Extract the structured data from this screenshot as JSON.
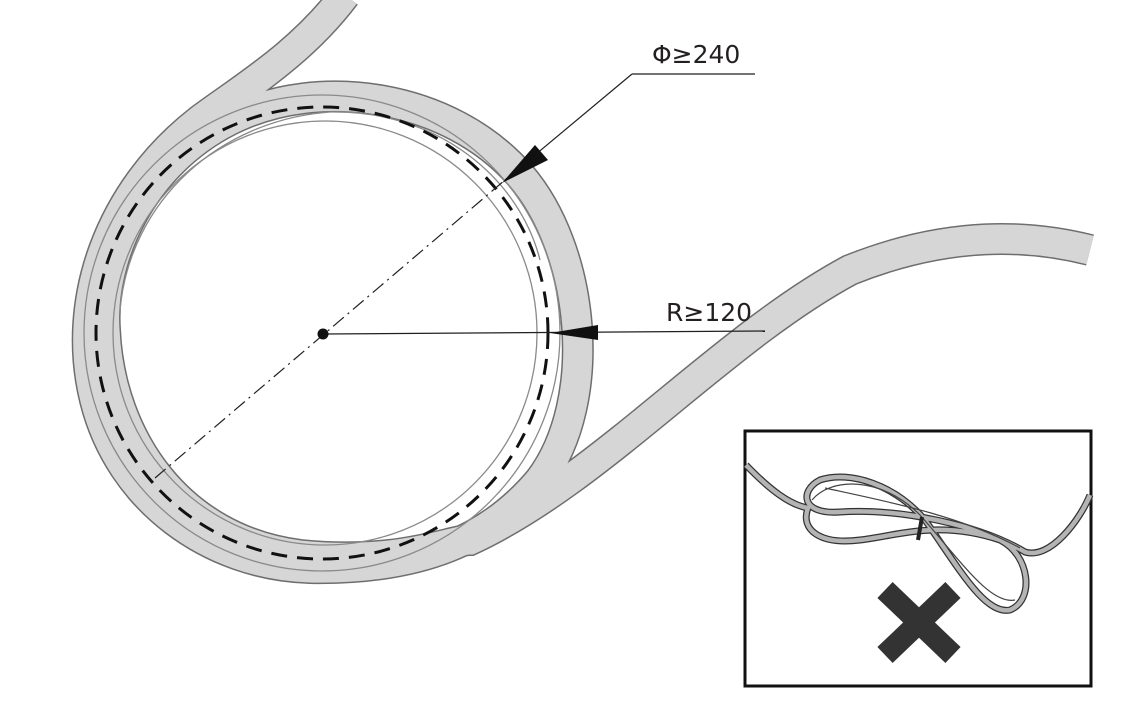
{
  "diagram": {
    "diameter_label": "Φ≥240",
    "radius_label": "R≥120",
    "inset": {
      "mark": "x-mark",
      "meaning_symbol": "cross"
    },
    "colors": {
      "cable": "#d6d6d6",
      "outline": "#6e6e6e",
      "ink": "#231f20",
      "cross": "#333333"
    }
  }
}
